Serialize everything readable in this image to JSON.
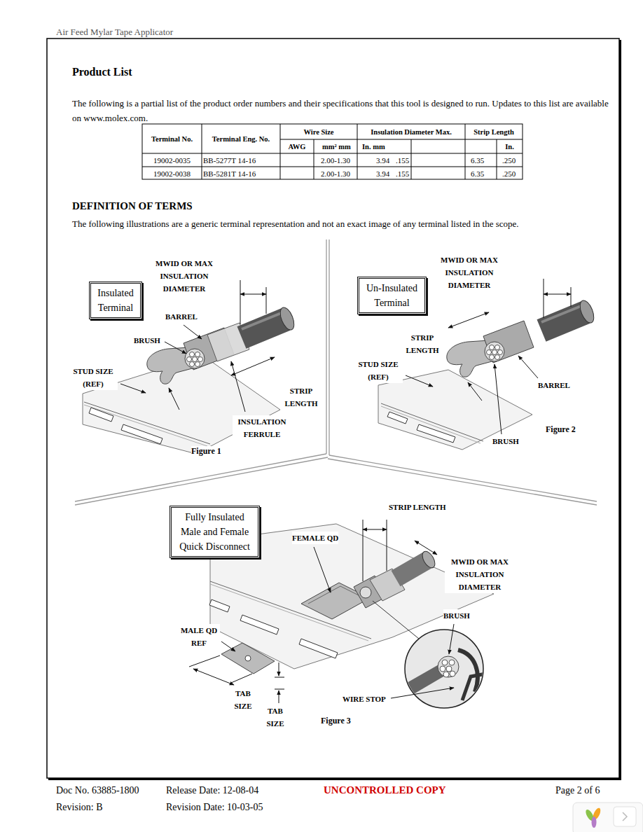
{
  "diagram": {
    "nodes": [
      {
        "text": [
          "Insulated Terminal"
        ]
      },
      {
        "text": [
          "Un-Insulated Terminal"
        ]
      },
      {
        "text": [
          "Fully Insulated Male and Female Quick Disconnect"
        ]
      }
    ],
    "labels": [
      "Air Feed Mylar Tape Applicator",
      "Product List",
      "The following is a partial list of the product order numbers and their specifications that this tool is designed to run. Updates to this list are available on www.molex.com.",
      "Terminal No.",
      "Terminal Eng. No.",
      "Wire Size",
      "Insulation Diameter Max.",
      "Strip Length",
      "AWG",
      "mm² mm",
      "In. mm",
      "In.",
      "19002-0035",
      "BB-5277T 14-16",
      "2.00-1.30",
      "3.94",
      ".155",
      "6.35",
      ".250",
      "19002-0038",
      "BB-5281T 14-16",
      "2.00-1.30",
      "3.94",
      ".155",
      "6.35",
      ".250",
      "DEFINITION OF TERMS",
      "The following illustrations are a generic terminal representation and not an exact image of any terminal listed in the scope.",
      "MWID OR MAX INSULATION DIAMETER",
      "BARREL",
      "BRUSH",
      "STUD SIZE (REF)",
      "STRIP LENGTH",
      "INSULATION FERRULE",
      "Figure 1",
      "MWID OR MAX INSULATION DIAMETER",
      "STRIP LENGTH",
      "STUD SIZE (REF)",
      "BARREL",
      "Figure 2",
      "BRUSH",
      "STRIP LENGTH",
      "FEMALE QD",
      "MWID OR MAX INSULATION DIAMETER",
      "BRUSH",
      "MALE QD REF",
      "TAB SIZE",
      "TAB SIZE",
      "WIRE STOP",
      "Figure 3",
      "Doc No. 63885-1800",
      "Release Date: 12-08-04",
      "UNCONTROLLED COPY",
      "Page 2 of 6",
      "Revision: B",
      "Revision Date: 10-03-05"
    ]
  }
}
